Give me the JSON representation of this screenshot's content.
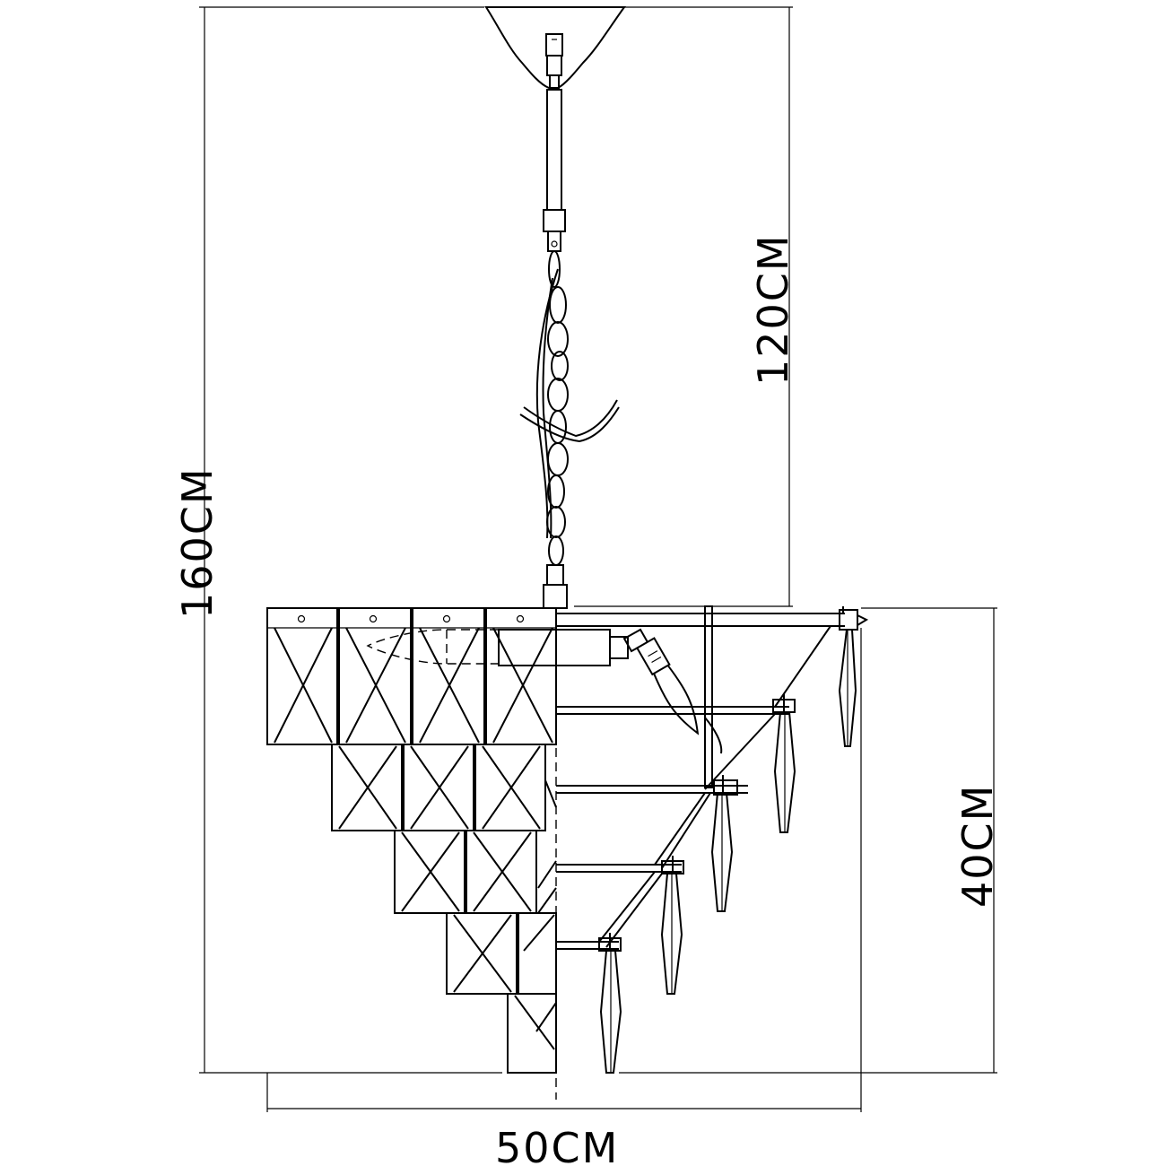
{
  "dimensions": {
    "total_height": "160CM",
    "chain_length": "120CM",
    "body_height": "40CM",
    "width": "50CM"
  },
  "colors": {
    "line": "#000000",
    "background": "#ffffff"
  }
}
